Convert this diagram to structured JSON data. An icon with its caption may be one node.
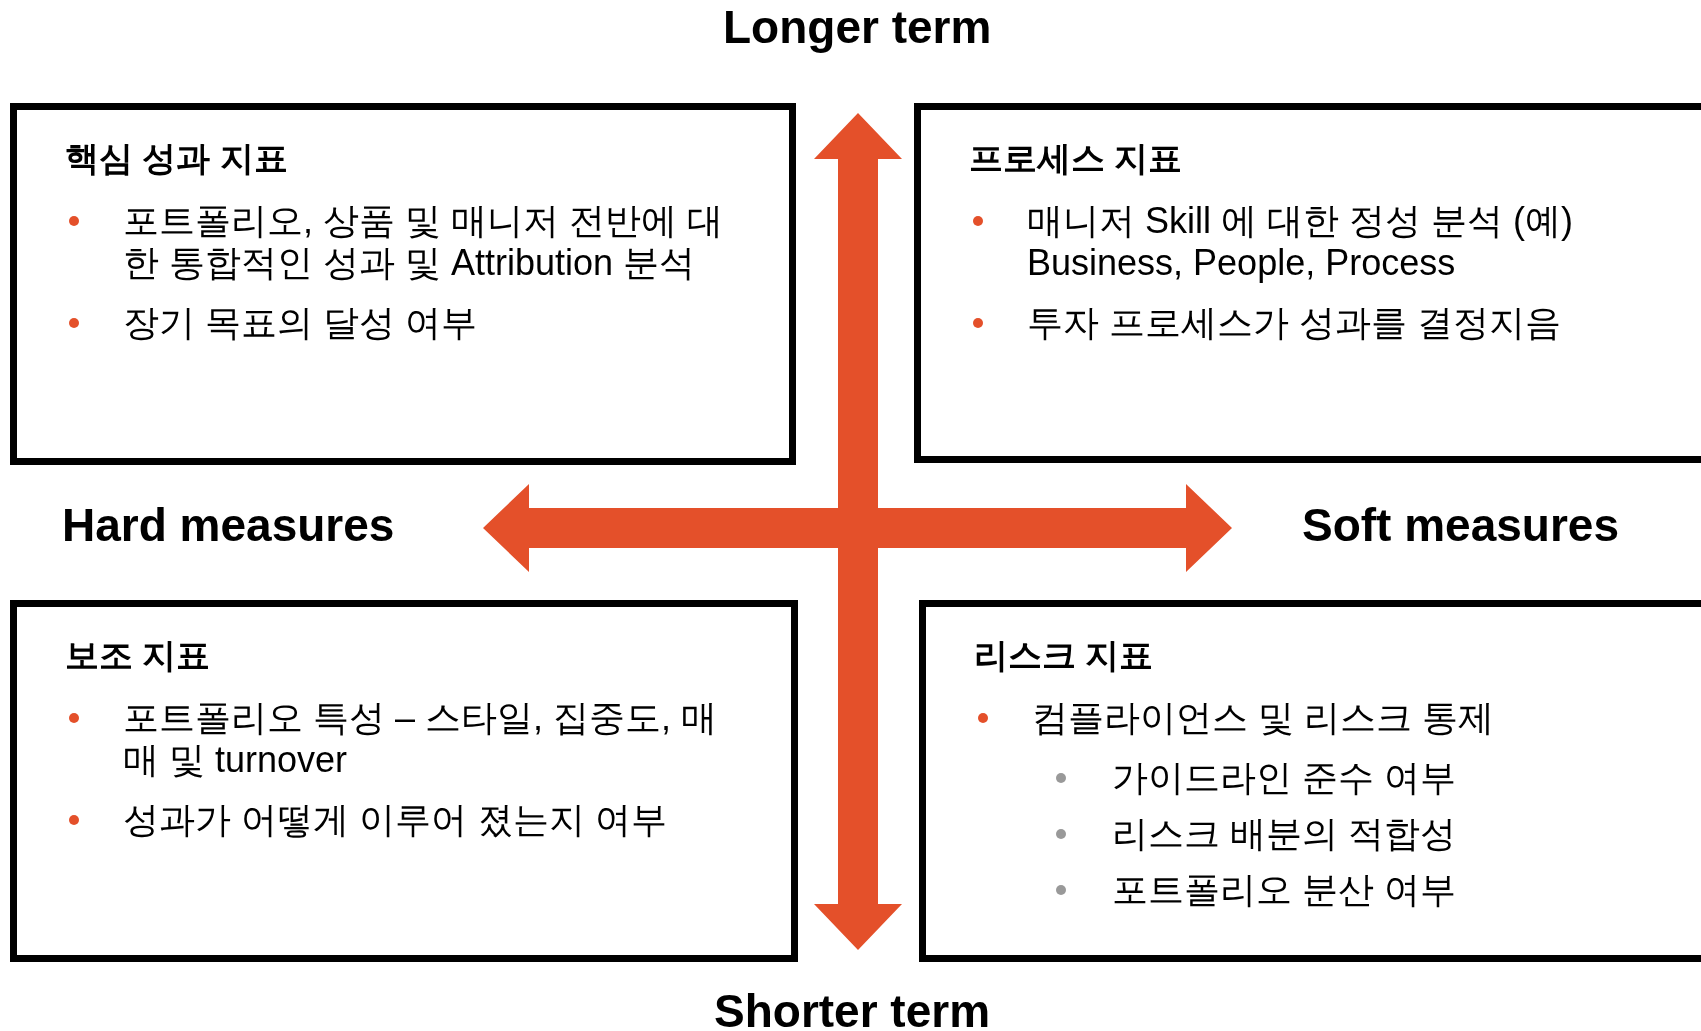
{
  "diagram": {
    "nodes": [
      {
        "text": [
          "핵심 성과 지표",
          "포트폴리오, 상품 및 매니저 전반에 대한 통합적인 성과 및 Attribution 분석",
          "장기 목표의 달성 여부"
        ]
      },
      {
        "text": [
          "프로세스 지표",
          "매니저 Skill 에 대한 정성 분석 (예) Business, People, Process",
          "투자 프로세스가 성과를 결정지음"
        ]
      },
      {
        "text": [
          "보조 지표",
          "포트폴리오 특성 – 스타일, 집중도, 매매 및 turnover",
          "성과가 어떻게 이루어 졌는지 여부"
        ]
      },
      {
        "text": [
          "리스크 지표",
          "컴플라이언스 및 리스크 통제",
          "가이드라인 준수 여부",
          "리스크 배분의 적합성",
          "포트폴리오 분산 여부"
        ]
      }
    ],
    "labels": [
      "Longer term",
      "Hard measures",
      "Soft measures",
      "Shorter term"
    ]
  }
}
